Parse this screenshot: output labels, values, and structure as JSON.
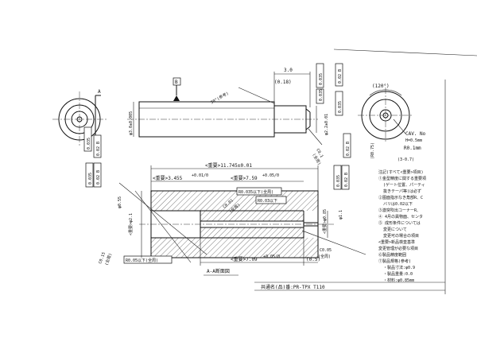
{
  "side_view": {
    "section_mark_top": "A",
    "section_mark_bottom": "A"
  },
  "top_view": {
    "datum_label": "B",
    "chamfer_angle": "30°(参考)",
    "dim_length_top": "3.0",
    "dim_length_paren": "(0.18)",
    "dim_diameter": "φ3.0±0.005",
    "dim_right_dia": "φ2.2±0.01",
    "chamfer_right": "C0.1",
    "chamfer_right_note": "(全周)",
    "tol_values": [
      "0.035",
      "0.035",
      "0.02 B",
      "0.035",
      "0.02 B"
    ],
    "tol_left": [
      "0.035",
      "0.02 B"
    ]
  },
  "section_view": {
    "dim_total": "<重要>11.745±0.01",
    "dim_left_bore": "<重要>3.455",
    "dim_mid_bore": "<重要>7.59",
    "dim_left_bore_tol": "+0.01/0",
    "dim_mid_bore_tol": "+0.05/0",
    "chamfer_inner": "C0.01",
    "chamfer_inner_note": "(全周)",
    "fillet_1": "R0.035以下(全周)",
    "fillet_2": "R0.03以下",
    "fillet_bottom": "R0.05以下(全周)",
    "chamfer_left": "C0.15",
    "chamfer_left_note": "(全周)",
    "chamfer_bottom_right": "C0.05",
    "chamfer_bottom_right_note": "(全周)",
    "dim_bottom": "<重要>7.09",
    "dim_bottom_tol": "+0.05/0",
    "dim_bottom_right": "(0.5)",
    "dim_vertical_left": "<重要>φ2.1",
    "dim_vertical_left2": "φ0.55",
    "dim_vertical_right": "<重要>φ0.85",
    "dim_vertical_right2": "φ1.1",
    "tol_left": [
      "0.035",
      "0.02 B"
    ],
    "tol_right": [
      "0.035",
      "0.02 B"
    ],
    "title": "A-A断面図"
  },
  "detail_view": {
    "angle": "(120°)",
    "cav_note": "CAV. No",
    "cav_size": "H=0.5mm",
    "fillet": "R0.1mm",
    "dim1": "(R0.75)",
    "dim2": "(3-0.7)"
  },
  "notes": {
    "lines": [
      "注記(すべて<重要>項目)",
      "①金型精度に関する重要項",
      "(ゲート位置、パーティ",
      "抜きテーパ等)は必ず",
      "②图面指示なき角部R、C",
      "バリは0.02以下",
      "③激突吹出コーナーR、",
      "④ 4月の異物面、センタ",
      "⑤ 成形条件については",
      "変更について",
      "変更可の場合の項目",
      "<重要>新品検査基準",
      "変更管理が必要な項目",
      "⑥製品精度範囲",
      "⑦製品規格(参考)",
      "・製品寸法:φ0.9",
      "・製品重量:0.0",
      "・材料:φ0.85mm"
    ]
  },
  "title_block": {
    "label": "共通名(品)番:PR-TPX T110"
  }
}
